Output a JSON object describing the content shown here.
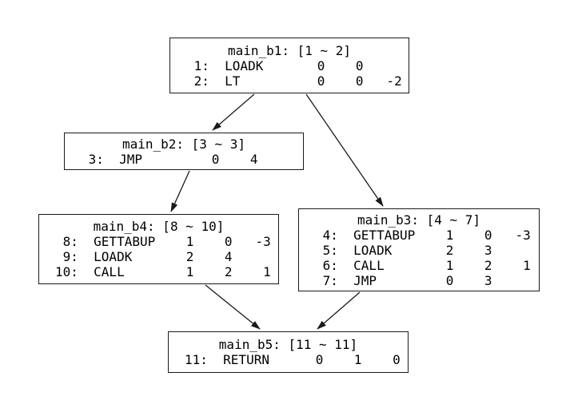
{
  "diagram": {
    "kind": "control-flow-graph",
    "function_name": "main",
    "colors": {
      "background": "#ffffff",
      "node_border": "#1a1a1a",
      "text": "#000000",
      "edge": "#1a1a1a"
    },
    "nodes": [
      {
        "id": "main_b1",
        "title": "main_b1: [1 ~ 2]",
        "range": [
          1,
          2
        ],
        "lines": [
          " 1:  LOADK       0    0",
          " 2:  LT          0    0   -2"
        ],
        "instructions": [
          {
            "pc": 1,
            "opcode": "LOADK",
            "operands": [
              0,
              0
            ]
          },
          {
            "pc": 2,
            "opcode": "LT",
            "operands": [
              0,
              0,
              -2
            ]
          }
        ]
      },
      {
        "id": "main_b2",
        "title": "main_b2: [3 ~ 3]",
        "range": [
          3,
          3
        ],
        "lines": [
          " 3:  JMP         0    4"
        ],
        "instructions": [
          {
            "pc": 3,
            "opcode": "JMP",
            "operands": [
              0,
              4
            ]
          }
        ]
      },
      {
        "id": "main_b4",
        "title": "main_b4: [8 ~ 10]",
        "range": [
          8,
          10
        ],
        "lines": [
          " 8:  GETTABUP    1    0   -3",
          " 9:  LOADK       2    4",
          "10:  CALL        1    2    1"
        ],
        "instructions": [
          {
            "pc": 8,
            "opcode": "GETTABUP",
            "operands": [
              1,
              0,
              -3
            ]
          },
          {
            "pc": 9,
            "opcode": "LOADK",
            "operands": [
              2,
              4
            ]
          },
          {
            "pc": 10,
            "opcode": "CALL",
            "operands": [
              1,
              2,
              1
            ]
          }
        ]
      },
      {
        "id": "main_b3",
        "title": "main_b3: [4 ~ 7]",
        "range": [
          4,
          7
        ],
        "lines": [
          " 4:  GETTABUP    1    0   -3",
          " 5:  LOADK       2    3",
          " 6:  CALL        1    2    1",
          " 7:  JMP         0    3"
        ],
        "instructions": [
          {
            "pc": 4,
            "opcode": "GETTABUP",
            "operands": [
              1,
              0,
              -3
            ]
          },
          {
            "pc": 5,
            "opcode": "LOADK",
            "operands": [
              2,
              3
            ]
          },
          {
            "pc": 6,
            "opcode": "CALL",
            "operands": [
              1,
              2,
              1
            ]
          },
          {
            "pc": 7,
            "opcode": "JMP",
            "operands": [
              0,
              3
            ]
          }
        ]
      },
      {
        "id": "main_b5",
        "title": "main_b5: [11 ~ 11]",
        "range": [
          11,
          11
        ],
        "lines": [
          "11:  RETURN      0    1    0"
        ],
        "instructions": [
          {
            "pc": 11,
            "opcode": "RETURN",
            "operands": [
              0,
              1,
              0
            ]
          }
        ]
      }
    ],
    "edges": [
      {
        "from": "main_b1",
        "to": "main_b2"
      },
      {
        "from": "main_b1",
        "to": "main_b3"
      },
      {
        "from": "main_b2",
        "to": "main_b4"
      },
      {
        "from": "main_b4",
        "to": "main_b5"
      },
      {
        "from": "main_b3",
        "to": "main_b5"
      }
    ]
  }
}
